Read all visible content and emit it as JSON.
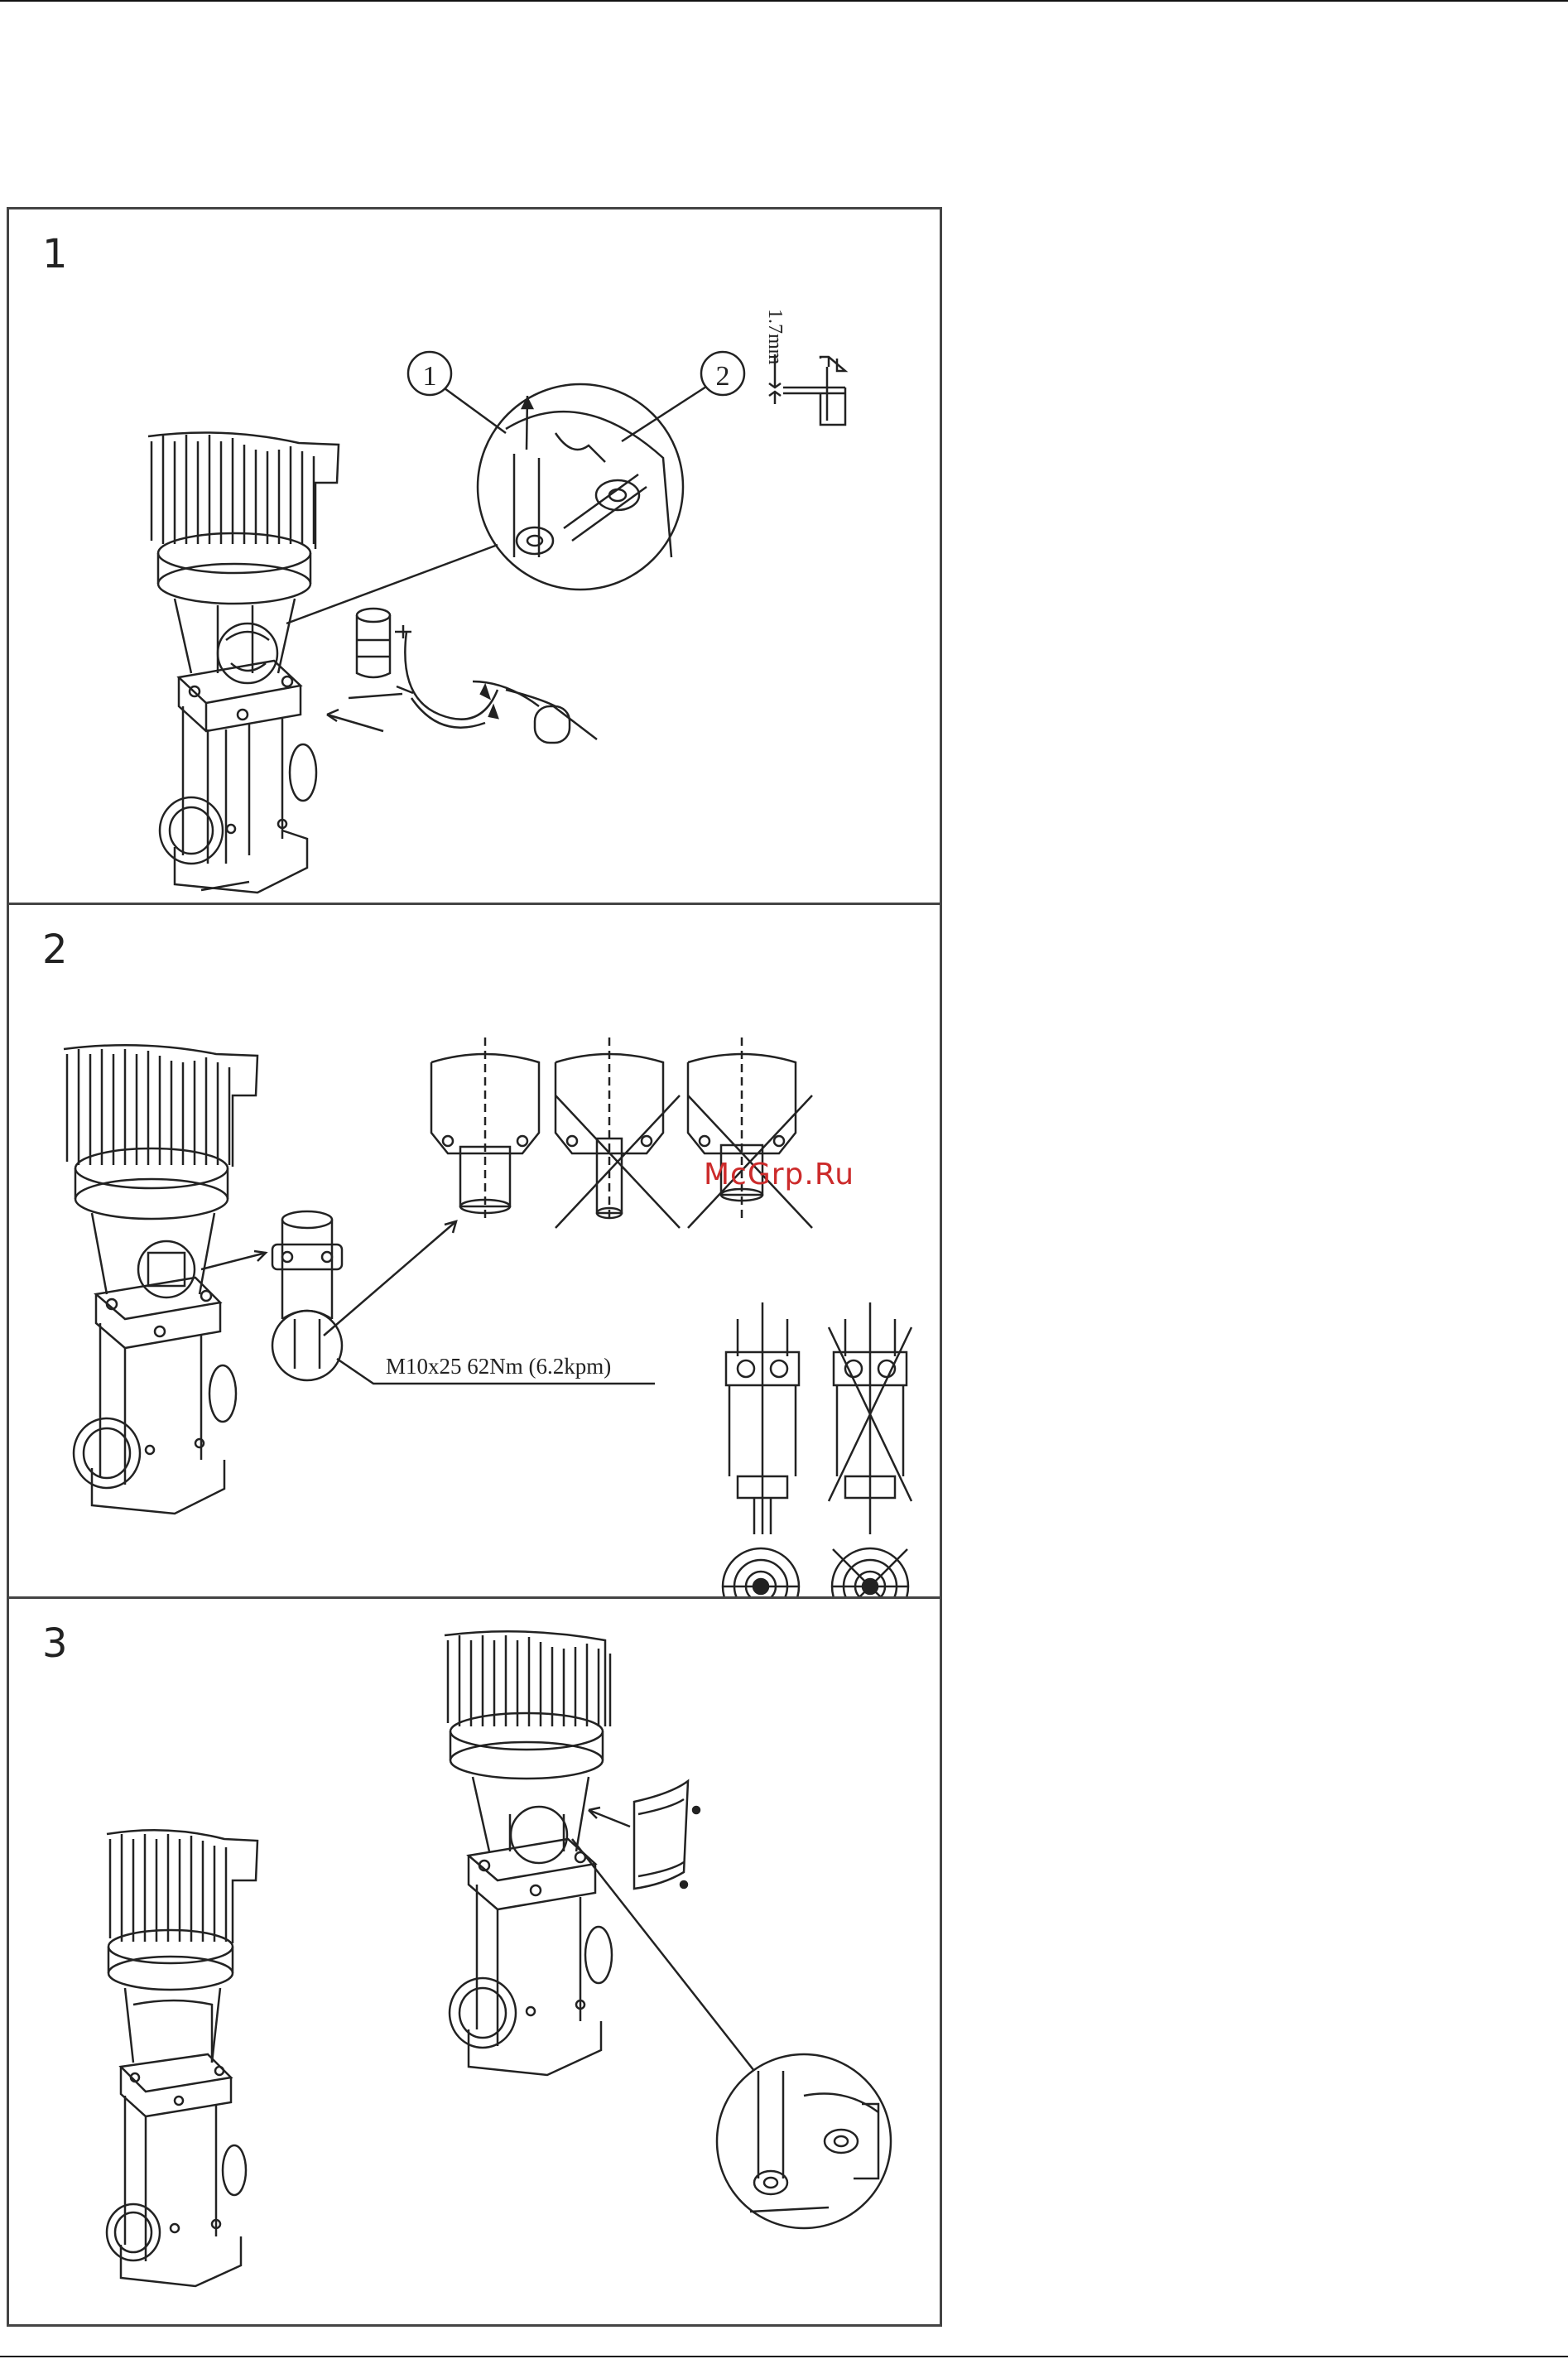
{
  "steps": [
    {
      "number": "1",
      "gap_label": "1.7mm",
      "callouts": [
        "1",
        "2"
      ]
    },
    {
      "number": "2",
      "spec_label": "M10x25   62Nm  (6.2kpm)"
    },
    {
      "number": "3"
    }
  ],
  "watermark": "McGrp.Ru"
}
